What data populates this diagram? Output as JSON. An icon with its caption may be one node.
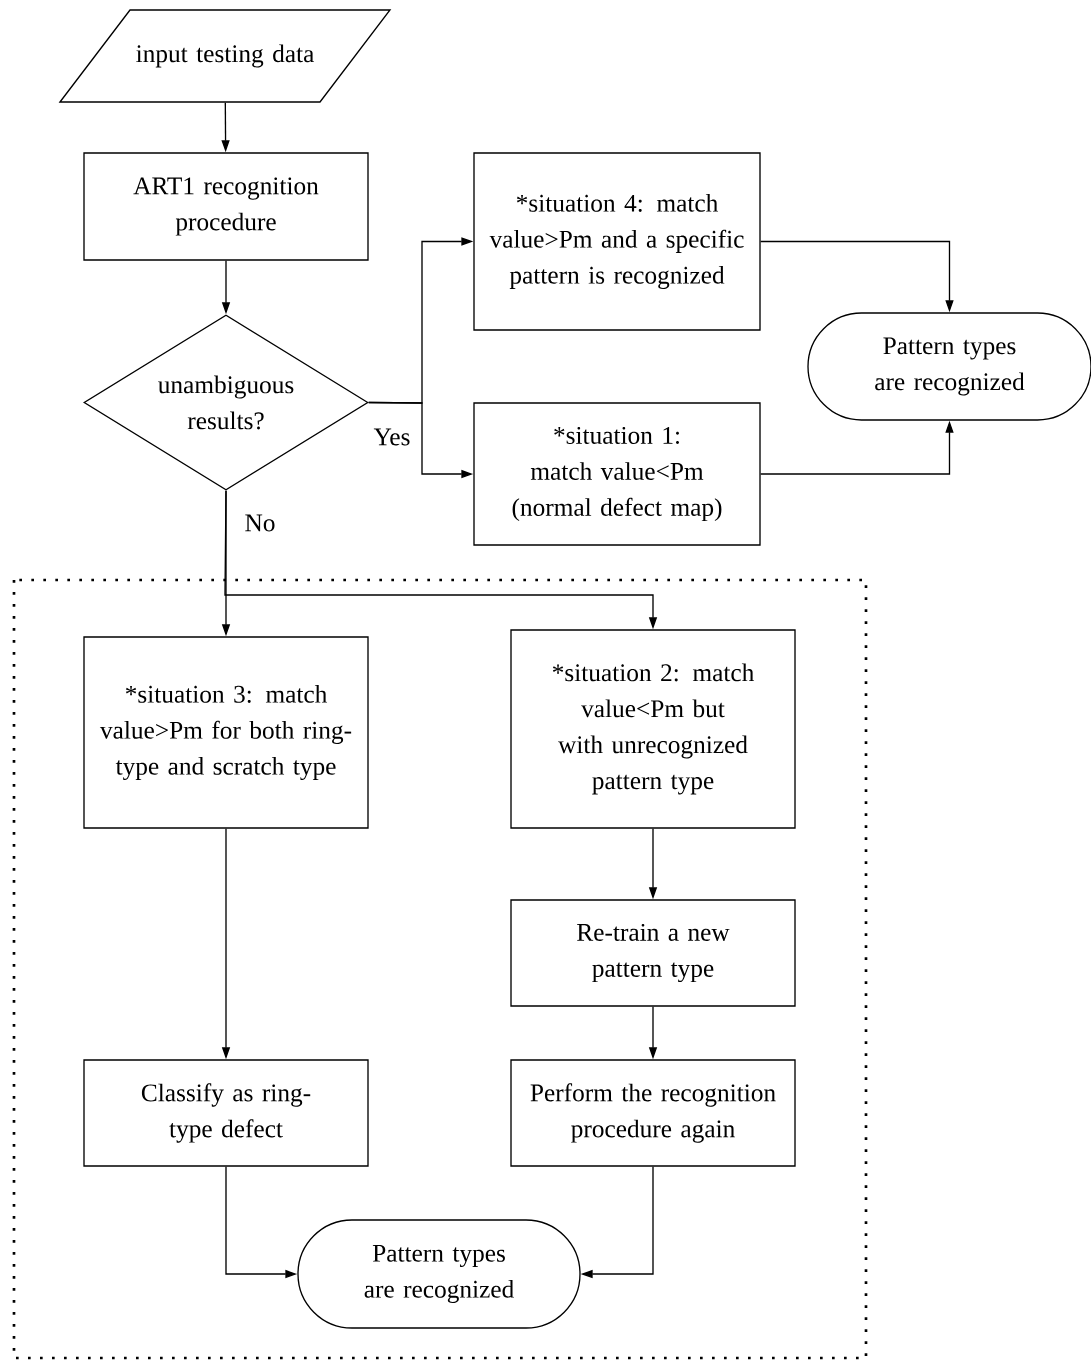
{
  "diagram": {
    "nodes": [
      {
        "text": [
          "input testing data"
        ]
      },
      {
        "text": [
          "ART1 recognition procedure"
        ]
      },
      {
        "text": [
          "unambiguous results?"
        ]
      },
      {
        "text": [
          "*situation 4: match value>Pm and a specific pattern is recognized"
        ]
      },
      {
        "text": [
          "Pattern types are recognized"
        ]
      },
      {
        "text": [
          "*situation 1: match value<Pm (normal defect map)"
        ]
      },
      {
        "text": [
          "*situation 3: match value>Pm for both ring-type and scratch type"
        ]
      },
      {
        "text": [
          "*situation 2: match value<Pm but with unrecognized pattern type"
        ]
      },
      {
        "text": [
          "Re-train a new pattern type"
        ]
      },
      {
        "text": [
          "Classify as ring-type defect"
        ]
      },
      {
        "text": [
          "Perform the recognition procedure again"
        ]
      },
      {
        "text": [
          "Pattern types are recognized"
        ]
      }
    ],
    "edges": [
      {
        "from": 0,
        "to": 1,
        "arrow": "to"
      },
      {
        "from": 1,
        "to": 2,
        "arrow": "to"
      },
      {
        "from": 2,
        "to": 3,
        "arrow": "to"
      },
      {
        "from": 2,
        "to": 5,
        "arrow": "to",
        "label": "Yes"
      },
      {
        "from": 3,
        "to": 4,
        "arrow": "to"
      },
      {
        "from": 5,
        "to": 4,
        "arrow": "to"
      },
      {
        "from": 2,
        "to": 6,
        "arrow": "to",
        "label": "No"
      },
      {
        "from": 2,
        "to": 7,
        "arrow": "to"
      },
      {
        "from": 6,
        "to": 9,
        "arrow": "to"
      },
      {
        "from": 7,
        "to": 8,
        "arrow": "to"
      },
      {
        "from": 8,
        "to": 10,
        "arrow": "to"
      },
      {
        "from": 9,
        "to": 11,
        "arrow": "to"
      },
      {
        "from": 10,
        "to": 11,
        "arrow": "to"
      }
    ]
  }
}
